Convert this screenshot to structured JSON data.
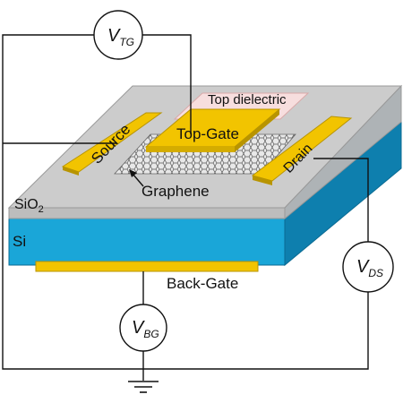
{
  "title": "Graphene FET device schematic",
  "labels": {
    "vtg": {
      "base": "V",
      "sub": "TG"
    },
    "vds": {
      "base": "V",
      "sub": "DS"
    },
    "vbg": {
      "base": "V",
      "sub": "BG"
    },
    "top_dielectric": "Top dielectric",
    "top_gate": "Top-Gate",
    "source": "Source",
    "drain": "Drain",
    "graphene": "Graphene",
    "sio2": {
      "base": "SiO",
      "sub": "2"
    },
    "si": "Si",
    "back_gate": "Back-Gate"
  },
  "colors": {
    "sio2_top": "#c9c9c9",
    "sio2_side": "#b5b5b5",
    "si_front": "#1aa6d8",
    "si_right": "#0e7fae",
    "gold": "#f2c400",
    "gold_dark": "#b89400",
    "dielectric": "#f7dede",
    "wire": "#111111"
  },
  "icons": {
    "ground": "ground-symbol-icon"
  }
}
